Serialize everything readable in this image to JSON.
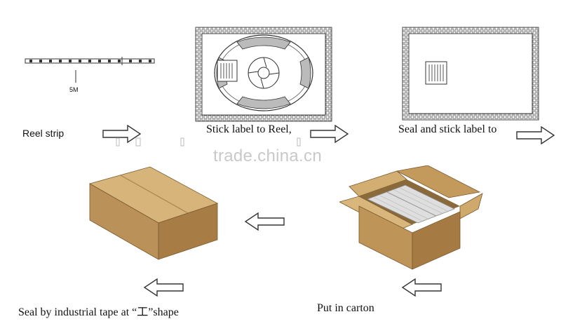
{
  "steps": {
    "reel_strip": "Reel strip",
    "strip_length": "5M",
    "stick_label_reel": "Stick label to Reel,",
    "seal_stick_label": "Seal and stick label to",
    "put_in_carton": "Put in carton",
    "seal_tape": "Seal by industrial tape at “工”shape"
  },
  "watermark": "trade.china.cn",
  "colors": {
    "carton_top": "#d7b479",
    "carton_front": "#b98f55",
    "carton_side": "#a77c45",
    "line": "#333333"
  },
  "icons": [
    "led-strip-icon",
    "reel-icon",
    "label-icon",
    "bag-icon",
    "arrow-right-icon",
    "arrow-left-icon",
    "carton-closed-icon",
    "carton-open-icon"
  ]
}
